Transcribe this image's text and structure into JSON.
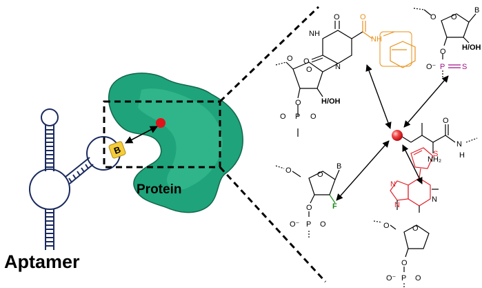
{
  "labels": {
    "aptamer": "Aptamer",
    "protein": "Protein",
    "base_badge": "B"
  },
  "chem": {
    "nh": "NH",
    "o": "O",
    "n": "N",
    "h_oh": "H/OH",
    "b": "B",
    "f": "F",
    "p": "P",
    "s": "S",
    "nh2": "NH₂",
    "h": "H",
    "neg": "−",
    "o_minus": "O⁻"
  },
  "colors": {
    "protein": "#1fa37a",
    "protein_light": "#3cbf93",
    "aptamer_stroke": "#1a2a5e",
    "badge": "#f5cc3a",
    "site_dot": "#e0121a",
    "benzyl": "#e8901a",
    "phosphorothioate": "#a0108a",
    "fluoro": "#1a8a1a",
    "thienyl": "#e0202a"
  },
  "icons": {
    "site": "red-dot-icon",
    "probe": "red-sphere-icon"
  }
}
